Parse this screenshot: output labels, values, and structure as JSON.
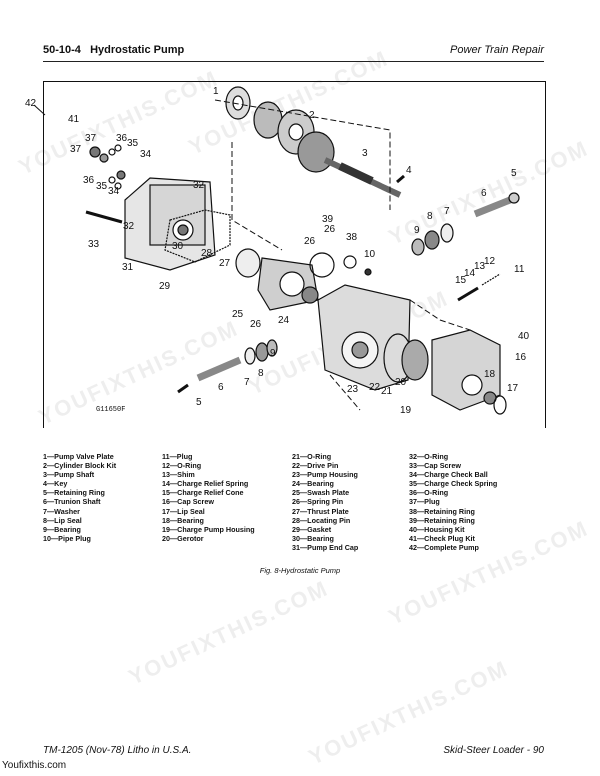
{
  "header": {
    "section": "50-10-4",
    "title": "Hydrostatic Pump",
    "right_title": "Power Train Repair"
  },
  "figure": {
    "id_code": "G11650F",
    "callouts": [
      "1",
      "2",
      "3",
      "4",
      "5",
      "6",
      "7",
      "8",
      "9",
      "10",
      "11",
      "12",
      "13",
      "14",
      "15",
      "16",
      "17",
      "18",
      "19",
      "20",
      "21",
      "22",
      "23",
      "24",
      "25",
      "26",
      "26",
      "27",
      "28",
      "29",
      "30",
      "31",
      "32",
      "32",
      "33",
      "34",
      "34",
      "35",
      "35",
      "36",
      "36",
      "37",
      "37",
      "38",
      "39",
      "40",
      "41",
      "42",
      "5",
      "6",
      "7",
      "8",
      "9",
      "26"
    ],
    "caption": "Fig. 8-Hydrostatic Pump"
  },
  "legend": {
    "col1": [
      "1—Pump Valve Plate",
      "2—Cylinder Block Kit",
      "3—Pump Shaft",
      "4—Key",
      "5—Retaining Ring",
      "6—Trunion Shaft",
      "7—Washer",
      "8—Lip Seal",
      "9—Bearing",
      "10—Pipe Plug"
    ],
    "col2": [
      "11—Plug",
      "12—O-Ring",
      "13—Shim",
      "14—Charge Relief Spring",
      "15—Charge Relief Cone",
      "16—Cap Screw",
      "17—Lip Seal",
      "18—Bearing",
      "19—Charge Pump Housing",
      "20—Gerotor"
    ],
    "col3": [
      "21—O-Ring",
      "22—Drive Pin",
      "23—Pump Housing",
      "24—Bearing",
      "25—Swash Plate",
      "26—Spring Pin",
      "27—Thrust Plate",
      "28—Locating Pin",
      "29—Gasket",
      "30—Bearing",
      "31—Pump End Cap"
    ],
    "col4": [
      "32—O-Ring",
      "33—Cap Screw",
      "34—Charge Check Ball",
      "35—Charge Check Spring",
      "36—O-Ring",
      "37—Plug",
      "38—Retaining Ring",
      "39—Retaining Ring",
      "40—Housing Kit",
      "41—Check Plug Kit",
      "42—Complete Pump"
    ]
  },
  "footer": {
    "left": "TM-1205 (Nov-78) Litho in U.S.A.",
    "right": "Skid-Steer Loader - 90",
    "source": "Youfixthis.com"
  },
  "watermark": {
    "text": "YOUFIXTHIS.COM"
  }
}
